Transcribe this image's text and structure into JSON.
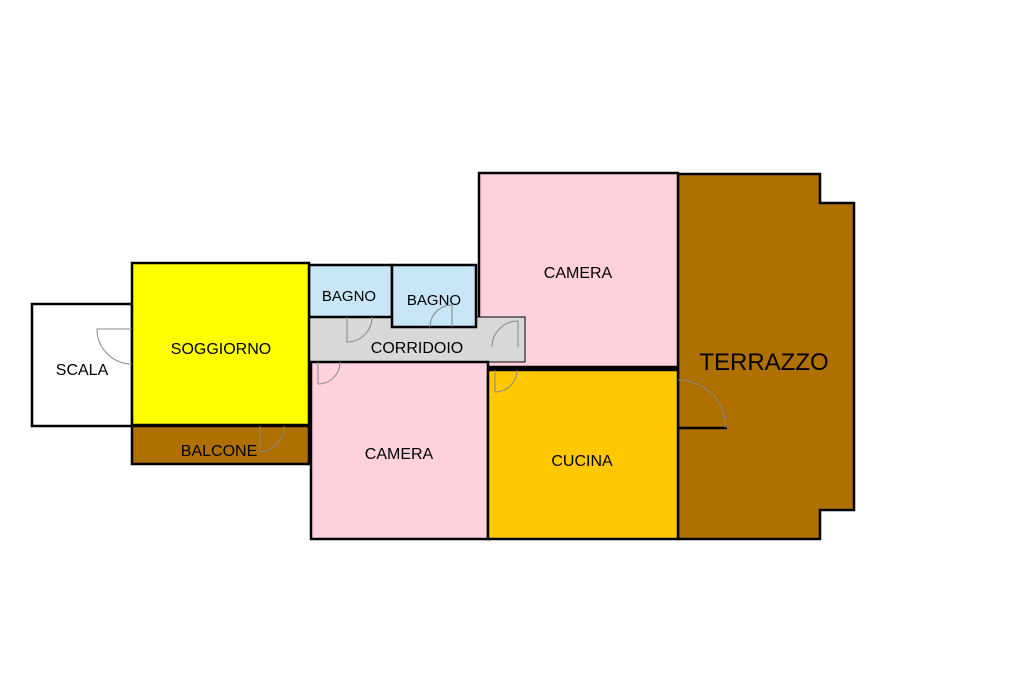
{
  "floorplan": {
    "rooms": {
      "scala": {
        "label": "SCALA",
        "color": "#ffffff"
      },
      "soggiorno": {
        "label": "SOGGIORNO",
        "color": "#ffff00"
      },
      "balcone": {
        "label": "BALCONE",
        "color": "#b07000"
      },
      "bagno_1": {
        "label": "BAGNO",
        "color": "#c8e6f5"
      },
      "bagno_2": {
        "label": "BAGNO",
        "color": "#c8e6f5"
      },
      "corridoio": {
        "label": "CORRIDOIO",
        "color": "#d8d8d8"
      },
      "camera_top": {
        "label": "CAMERA",
        "color": "#ffd1dc"
      },
      "camera_bottom": {
        "label": "CAMERA",
        "color": "#ffd1dc"
      },
      "cucina": {
        "label": "CUCINA",
        "color": "#ffc800"
      },
      "terrazzo": {
        "label": "TERRAZZO",
        "color": "#b07000"
      }
    },
    "wall_color": "#000000"
  }
}
